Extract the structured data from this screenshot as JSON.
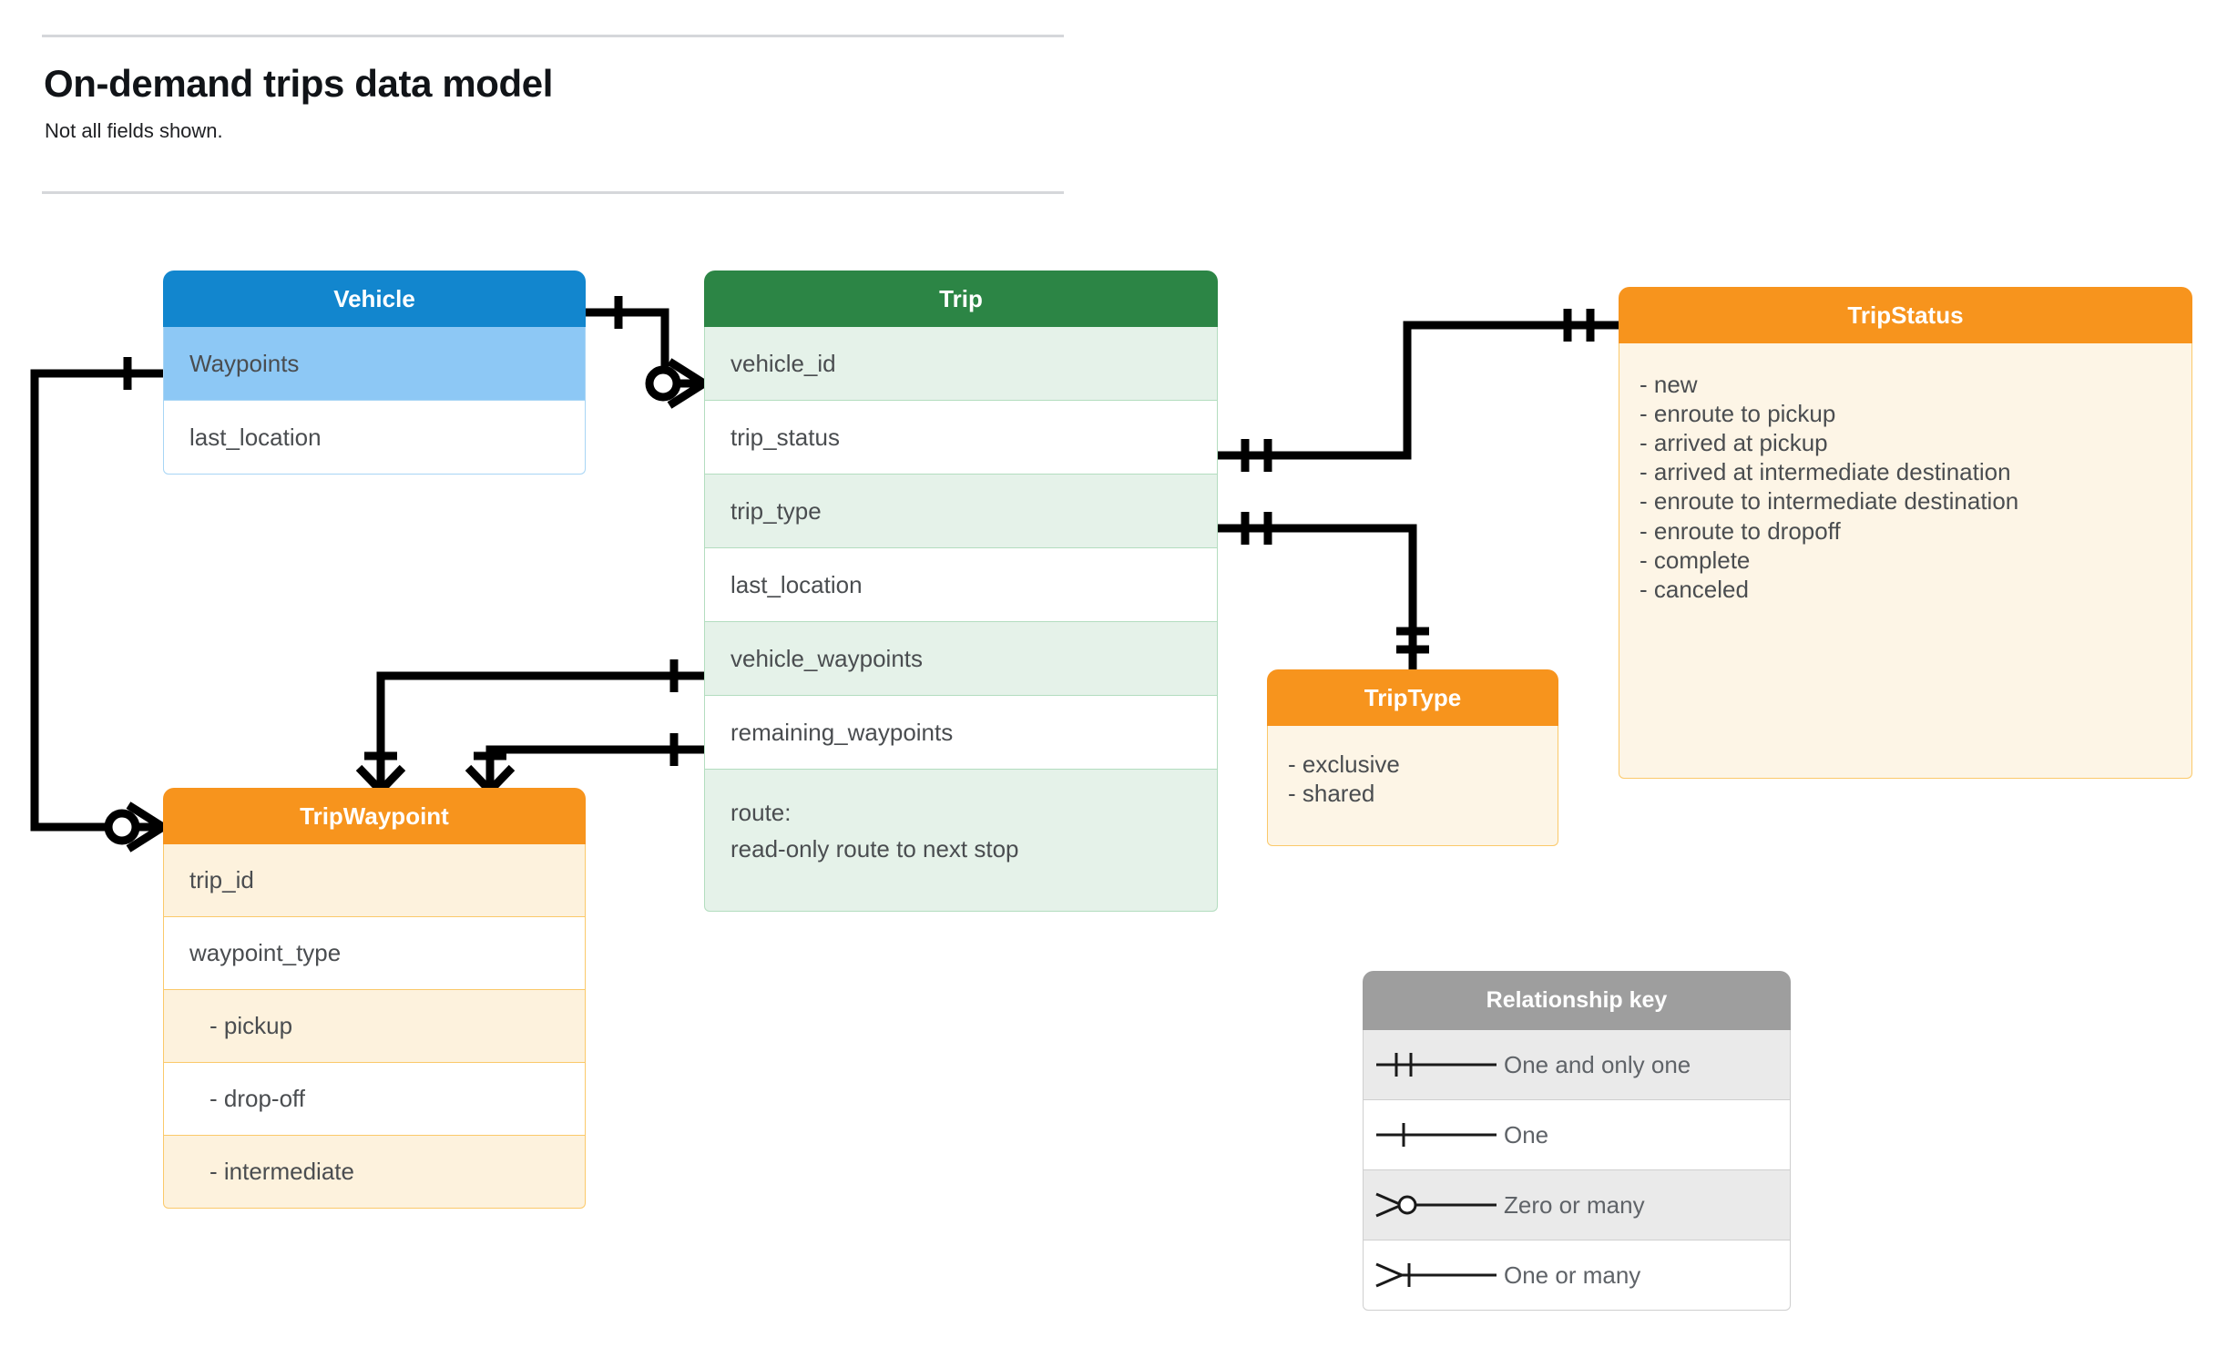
{
  "header": {
    "title": "On-demand trips data model",
    "subtitle": "Not all fields shown."
  },
  "entities": {
    "vehicle": {
      "name": "Vehicle",
      "header_color": "#1286ce",
      "rows": [
        {
          "label": "Waypoints"
        },
        {
          "label": "last_location"
        }
      ]
    },
    "trip": {
      "name": "Trip",
      "header_color": "#2c8545",
      "rows": [
        {
          "label": "vehicle_id"
        },
        {
          "label": "trip_status"
        },
        {
          "label": "trip_type"
        },
        {
          "label": "last_location"
        },
        {
          "label": "vehicle_waypoints"
        },
        {
          "label": "remaining_waypoints"
        },
        {
          "label": "route:",
          "label2": "read-only route to next stop"
        }
      ]
    },
    "tripwaypoint": {
      "name": "TripWaypoint",
      "header_color": "#f7941d",
      "rows": [
        {
          "label": "trip_id"
        },
        {
          "label": "waypoint_type"
        },
        {
          "label": "-  pickup"
        },
        {
          "label": "-  drop-off"
        },
        {
          "label": "-  intermediate"
        }
      ]
    },
    "tripstatus": {
      "name": "TripStatus",
      "header_color": "#f7941d",
      "values": [
        "- new",
        "- enroute to pickup",
        "- arrived at pickup",
        "- arrived at intermediate destination",
        "- enroute to intermediate destination",
        "- enroute to dropoff",
        "- complete",
        "- canceled"
      ]
    },
    "triptype": {
      "name": "TripType",
      "header_color": "#f7941d",
      "values": [
        "- exclusive",
        "- shared"
      ]
    }
  },
  "legend": {
    "title": "Relationship key",
    "header_color": "#9e9e9e",
    "rows": [
      {
        "symbol": "one-and-only-one-icon",
        "label": "One and only one"
      },
      {
        "symbol": "one-icon",
        "label": "One"
      },
      {
        "symbol": "zero-or-many-icon",
        "label": "Zero or many"
      },
      {
        "symbol": "one-or-many-icon",
        "label": "One or many"
      }
    ]
  },
  "relationships": [
    {
      "from": "Vehicle",
      "from_card": "One",
      "to": "Trip.vehicle_id",
      "to_card": "Zero or many"
    },
    {
      "from": "Trip.trip_status",
      "from_card": "One and only one",
      "to": "TripStatus",
      "to_card": "One and only one"
    },
    {
      "from": "Trip.trip_type",
      "from_card": "One and only one",
      "to": "TripType",
      "to_card": "One and only one"
    },
    {
      "from": "Trip.vehicle_waypoints",
      "from_card": "One",
      "to": "TripWaypoint",
      "to_card": "One or many"
    },
    {
      "from": "Trip.remaining_waypoints",
      "from_card": "One",
      "to": "TripWaypoint",
      "to_card": "One or many"
    },
    {
      "from": "Vehicle.Waypoints",
      "from_card": "One",
      "to": "TripWaypoint",
      "to_card": "Zero or many"
    }
  ]
}
